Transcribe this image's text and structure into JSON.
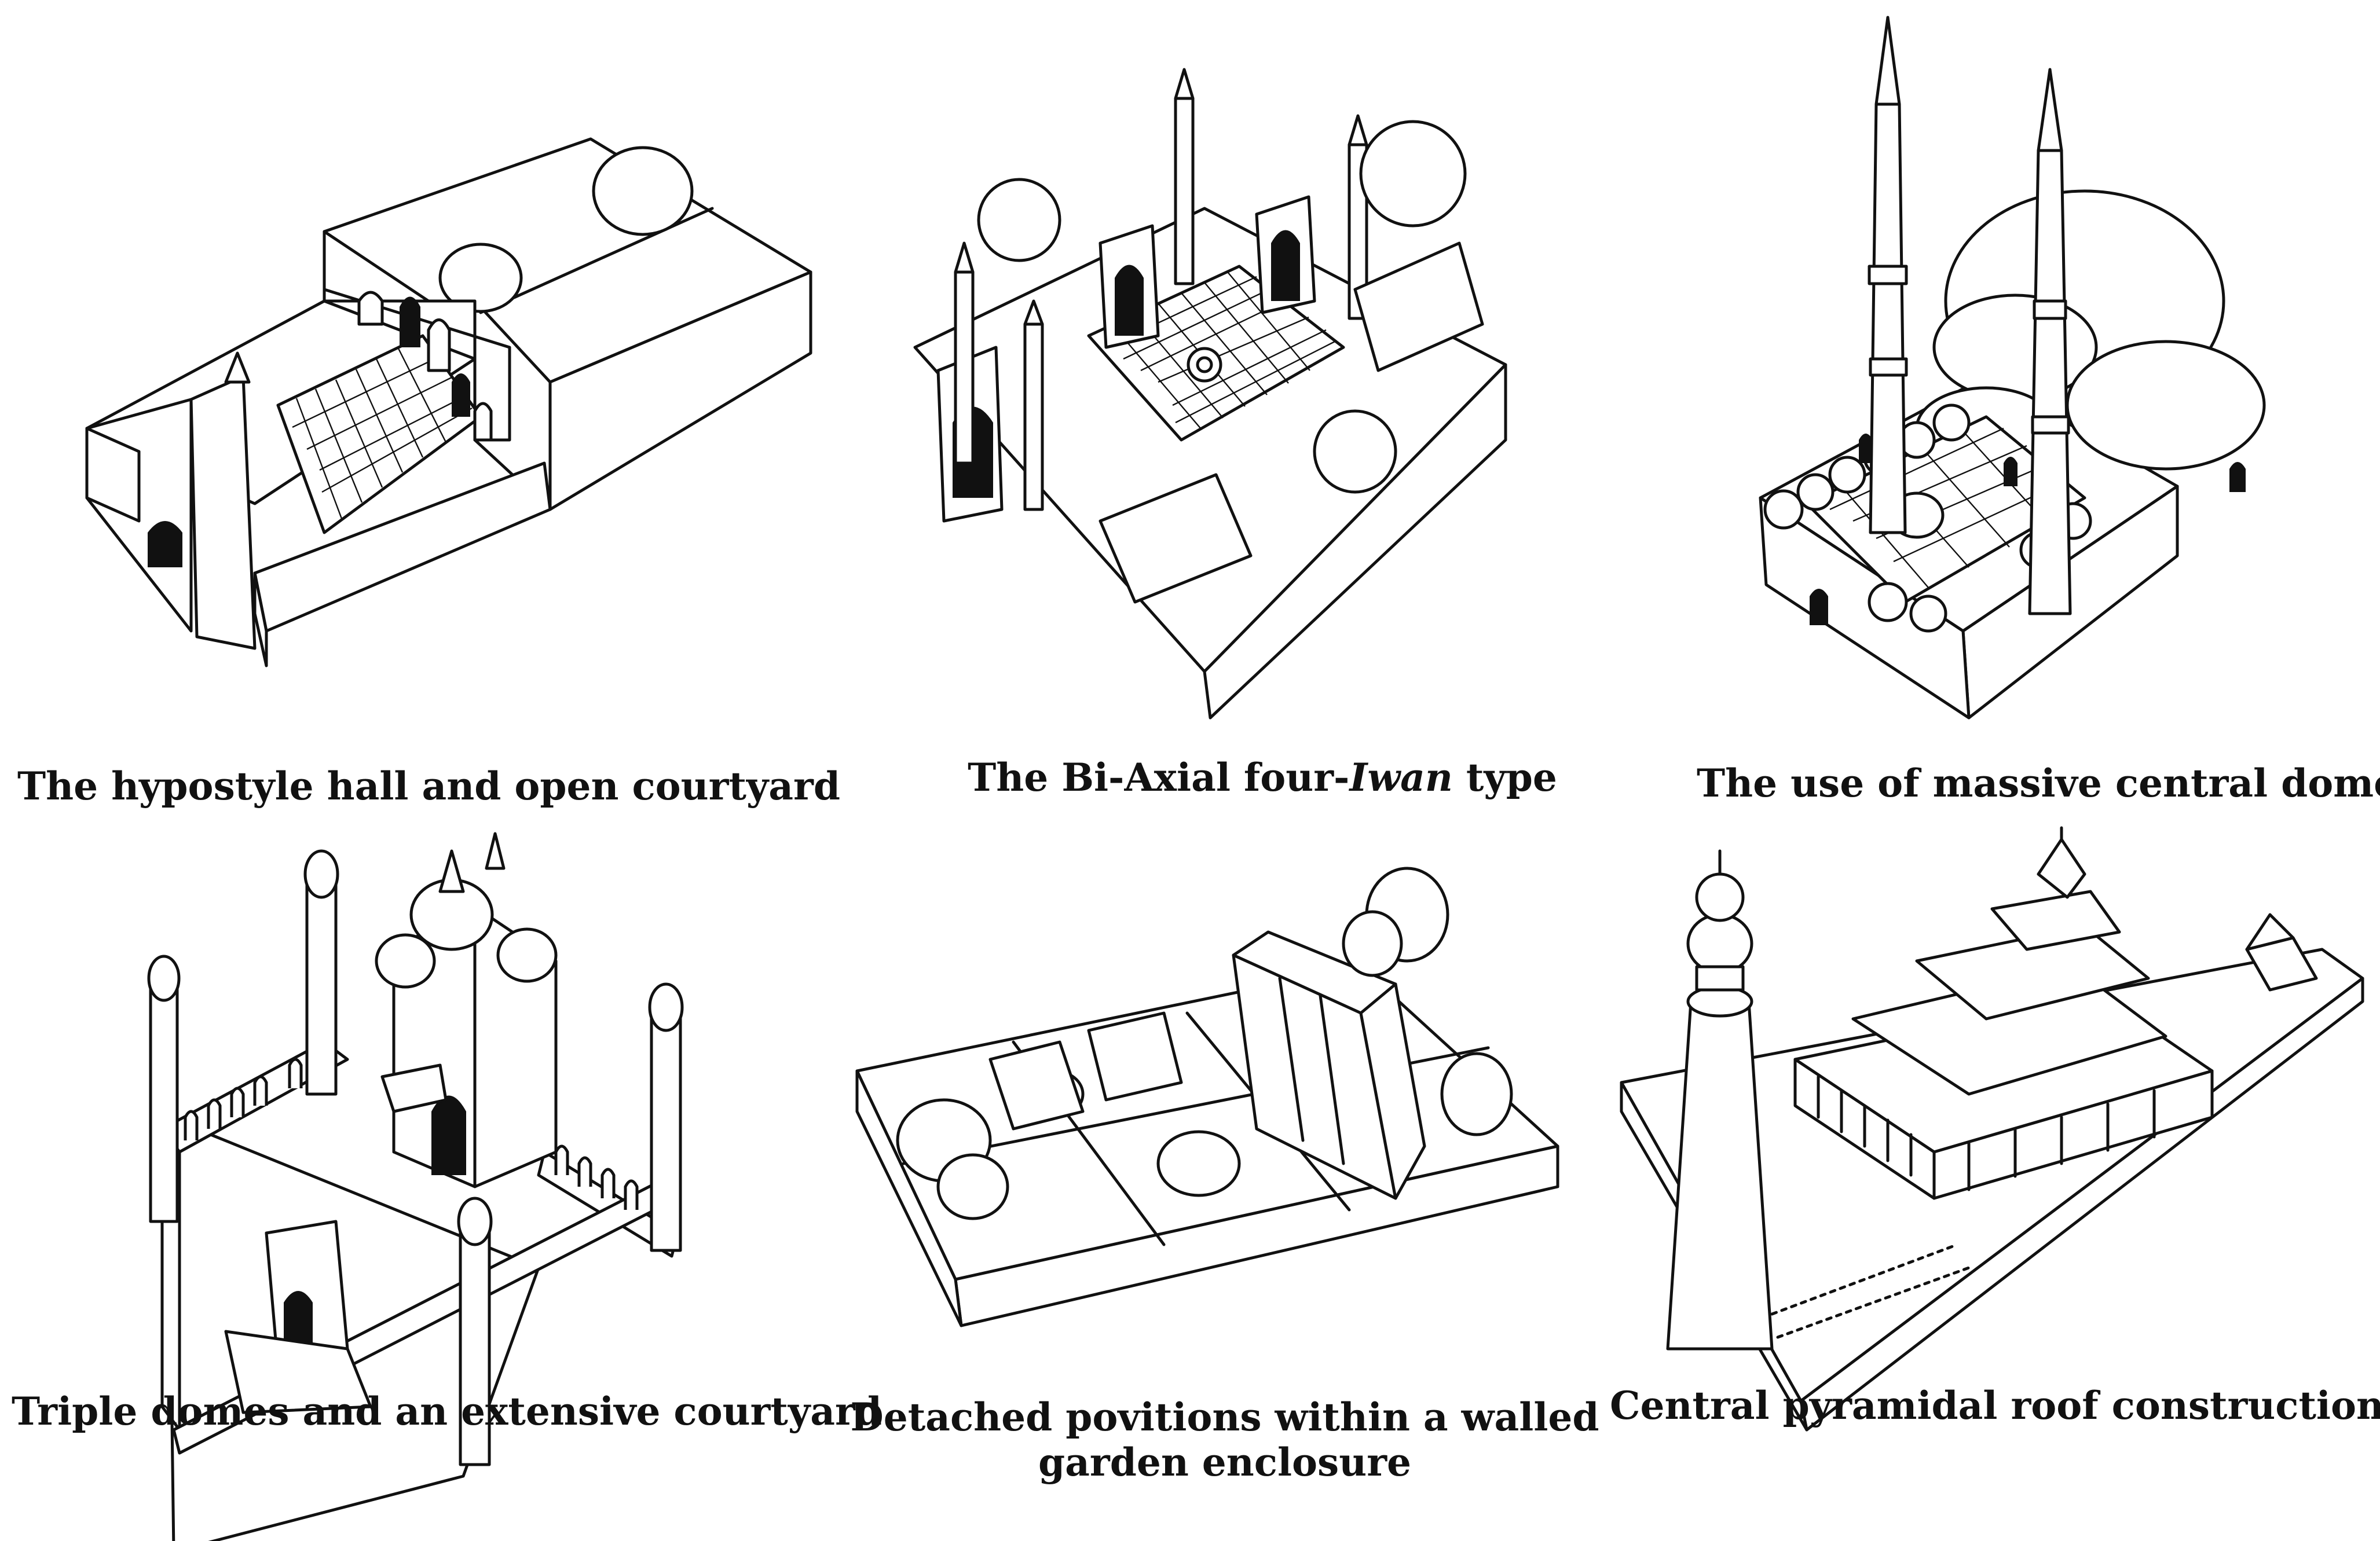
{
  "figure": {
    "panels": [
      {
        "id": "hypostyle",
        "caption": "The hypostyle hall and open courtyard"
      },
      {
        "id": "biaxial",
        "caption_prefix": "The Bi-Axial four-",
        "caption_italic": "Iwan",
        "caption_suffix": " type"
      },
      {
        "id": "central-dome",
        "caption": "The use of massive central dome"
      },
      {
        "id": "triple-domes",
        "caption": "Triple domes and an extensive courtyard"
      },
      {
        "id": "detached",
        "caption_line1": "Detached povitions within a walled",
        "caption_line2": "garden enclosure"
      },
      {
        "id": "pyramidal",
        "caption": "Central pyramidal roof construction"
      }
    ]
  }
}
